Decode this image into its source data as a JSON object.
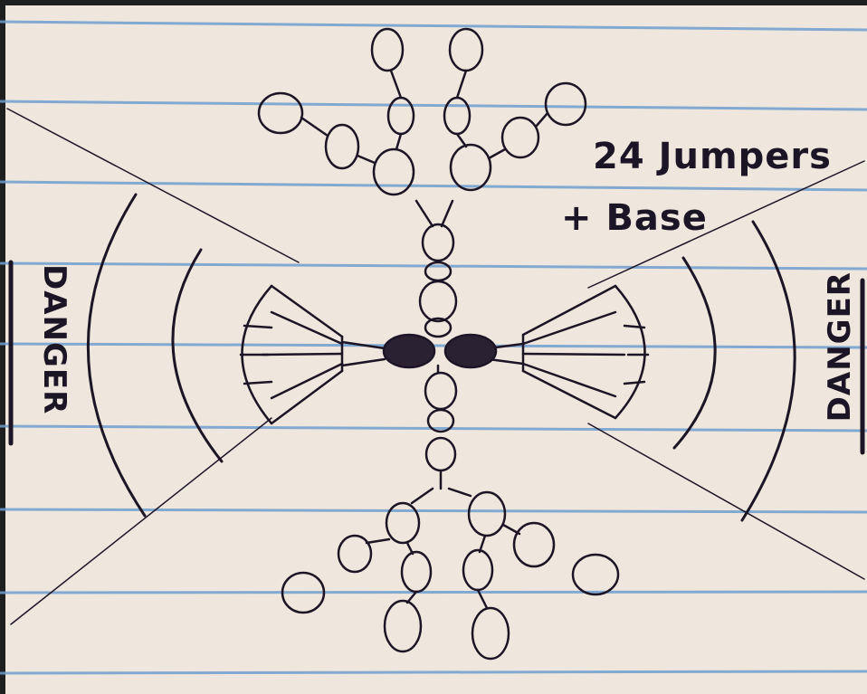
{
  "note": {
    "line1": "24 Jumpers",
    "line2": "+ Base"
  },
  "labels": {
    "left": "DANGER",
    "right": "DANGER"
  },
  "colors": {
    "paper": "#efe6dd",
    "ruled_line": "#6f9fcf",
    "ink": "#1c1526",
    "frame": "#1f1f1f"
  }
}
